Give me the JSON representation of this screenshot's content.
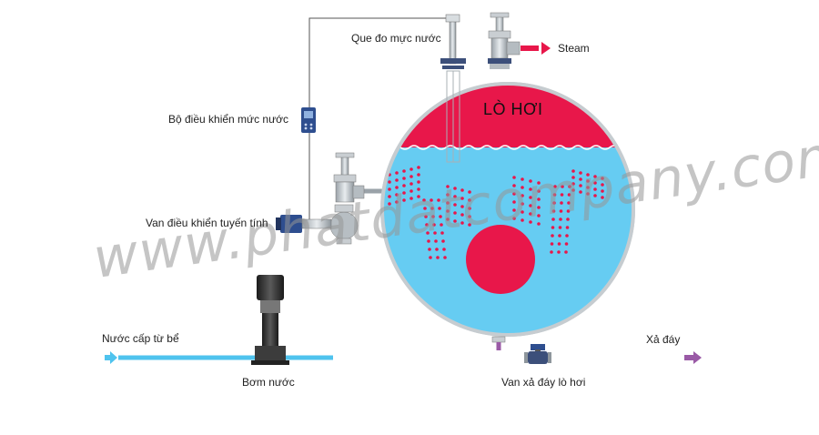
{
  "labels": {
    "level_probe": "Que đo mực nước",
    "steam": "Steam",
    "level_controller": "Bộ điều khiển mức nước",
    "boiler": "LÒ HƠI",
    "linear_valve": "Van điều khiển tuyến tính",
    "feed_water": "Nước cấp từ bể",
    "pump": "Bơm nước",
    "blowdown_valve": "Van xả đáy lò hơi",
    "drain": "Xả đáy"
  },
  "watermark": "www.phatdatcompany.com",
  "colors": {
    "water": "#66ccf2",
    "steam_space": "#e8174a",
    "feed_pipe": "#4fc3ee",
    "drain_pipe": "#9a5aa6",
    "steam_arrow": "#e8174a"
  },
  "icons": [
    "level-probe-icon",
    "steam-valve-icon",
    "controller-icon",
    "control-valve-icon",
    "actuator-icon",
    "pump-icon",
    "drain-valve-icon",
    "arrow-icon"
  ]
}
